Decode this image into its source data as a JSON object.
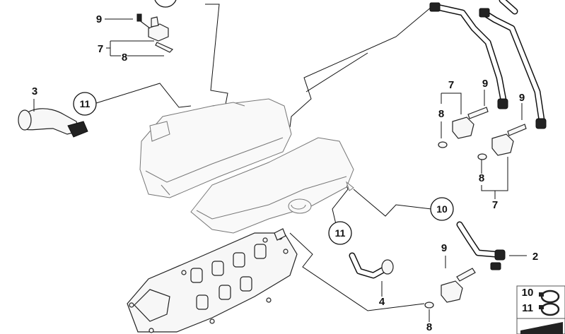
{
  "callouts": {
    "n9_top": "9",
    "n7_top": "7",
    "n8_top": "8",
    "n3": "3",
    "n11_left": "11",
    "n7_right_top": "7",
    "n9_right_a": "9",
    "n9_right_b": "9",
    "n8_right_a": "8",
    "n8_right_b": "8",
    "n7_right_bottom": "7",
    "n10_mid": "10",
    "n11_mid": "11",
    "n4": "4",
    "n9_bottom": "9",
    "n2": "2",
    "n8_bottom": "8",
    "legend_10": "10",
    "legend_11": "11"
  }
}
